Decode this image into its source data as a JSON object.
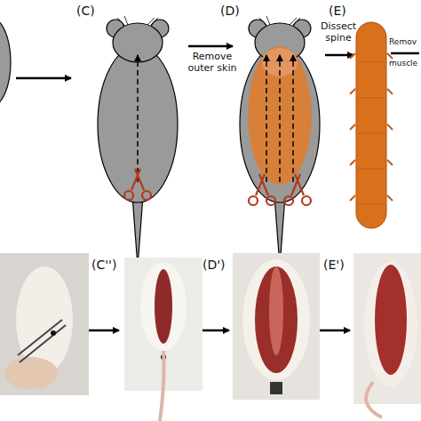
{
  "diagram": {
    "labels": [
      "(C)",
      "Remove outer skin",
      "(D)",
      "Dissect spine",
      "(E)",
      "Remov",
      "muscle",
      "(C'')",
      "(D')",
      "(E')"
    ]
  }
}
